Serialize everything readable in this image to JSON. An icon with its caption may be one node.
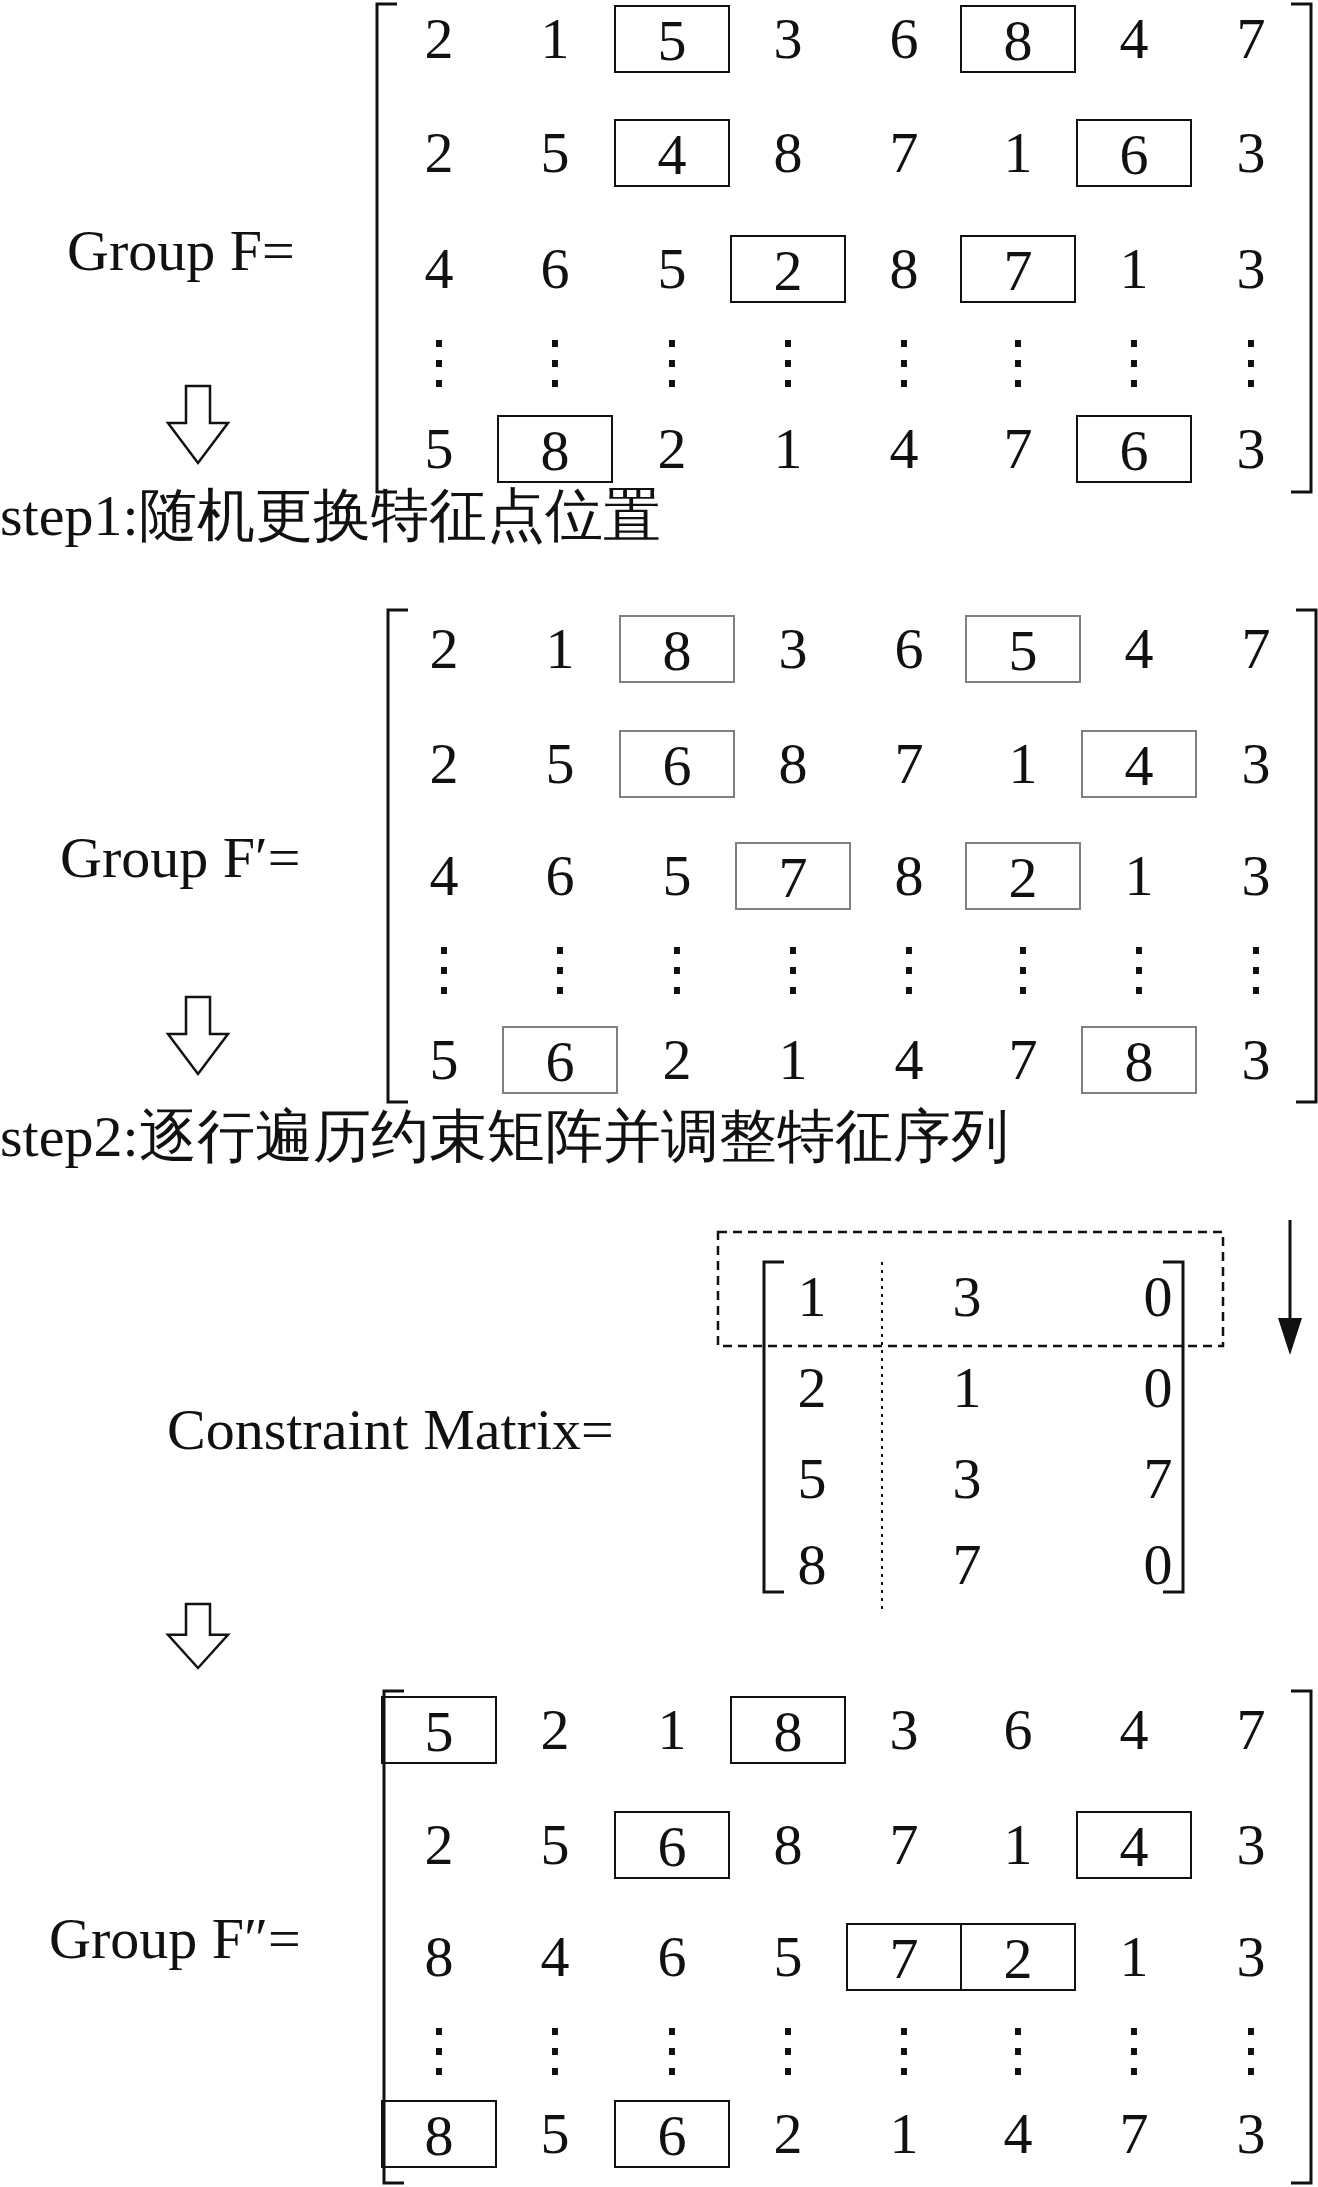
{
  "diagram": {
    "labels": [
      "Group F=",
      "2",
      "1",
      "5",
      "3",
      "6",
      "8",
      "4",
      "7",
      "2",
      "5",
      "4",
      "8",
      "7",
      "1",
      "6",
      "3",
      "4",
      "6",
      "5",
      "2",
      "8",
      "7",
      "1",
      "3",
      "⋮",
      "⋮",
      "⋮",
      "⋮",
      "⋮",
      "⋮",
      "⋮",
      "⋮",
      "5",
      "8",
      "2",
      "1",
      "4",
      "7",
      "6",
      "3",
      "step1:随机更换特征点位置",
      "Group F′=",
      "2",
      "1",
      "8",
      "3",
      "6",
      "5",
      "4",
      "7",
      "2",
      "5",
      "6",
      "8",
      "7",
      "1",
      "4",
      "3",
      "4",
      "6",
      "5",
      "7",
      "8",
      "2",
      "1",
      "3",
      "⋮",
      "⋮",
      "⋮",
      "⋮",
      "⋮",
      "⋮",
      "⋮",
      "⋮",
      "5",
      "6",
      "2",
      "1",
      "4",
      "7",
      "8",
      "3",
      "step2:逐行遍历约束矩阵并调整特征序列",
      "Constraint Matrix=",
      "1",
      "3",
      "0",
      "2",
      "1",
      "0",
      "5",
      "3",
      "7",
      "8",
      "7",
      "0",
      "Group F″=",
      "5",
      "2",
      "1",
      "8",
      "3",
      "6",
      "4",
      "7",
      "2",
      "5",
      "6",
      "8",
      "7",
      "1",
      "4",
      "3",
      "8",
      "4",
      "6",
      "5",
      "7",
      "2",
      "1",
      "3",
      "⋮",
      "⋮",
      "⋮",
      "⋮",
      "⋮",
      "⋮",
      "⋮",
      "⋮",
      "8",
      "5",
      "6",
      "2",
      "1",
      "4",
      "7",
      "3"
    ]
  }
}
